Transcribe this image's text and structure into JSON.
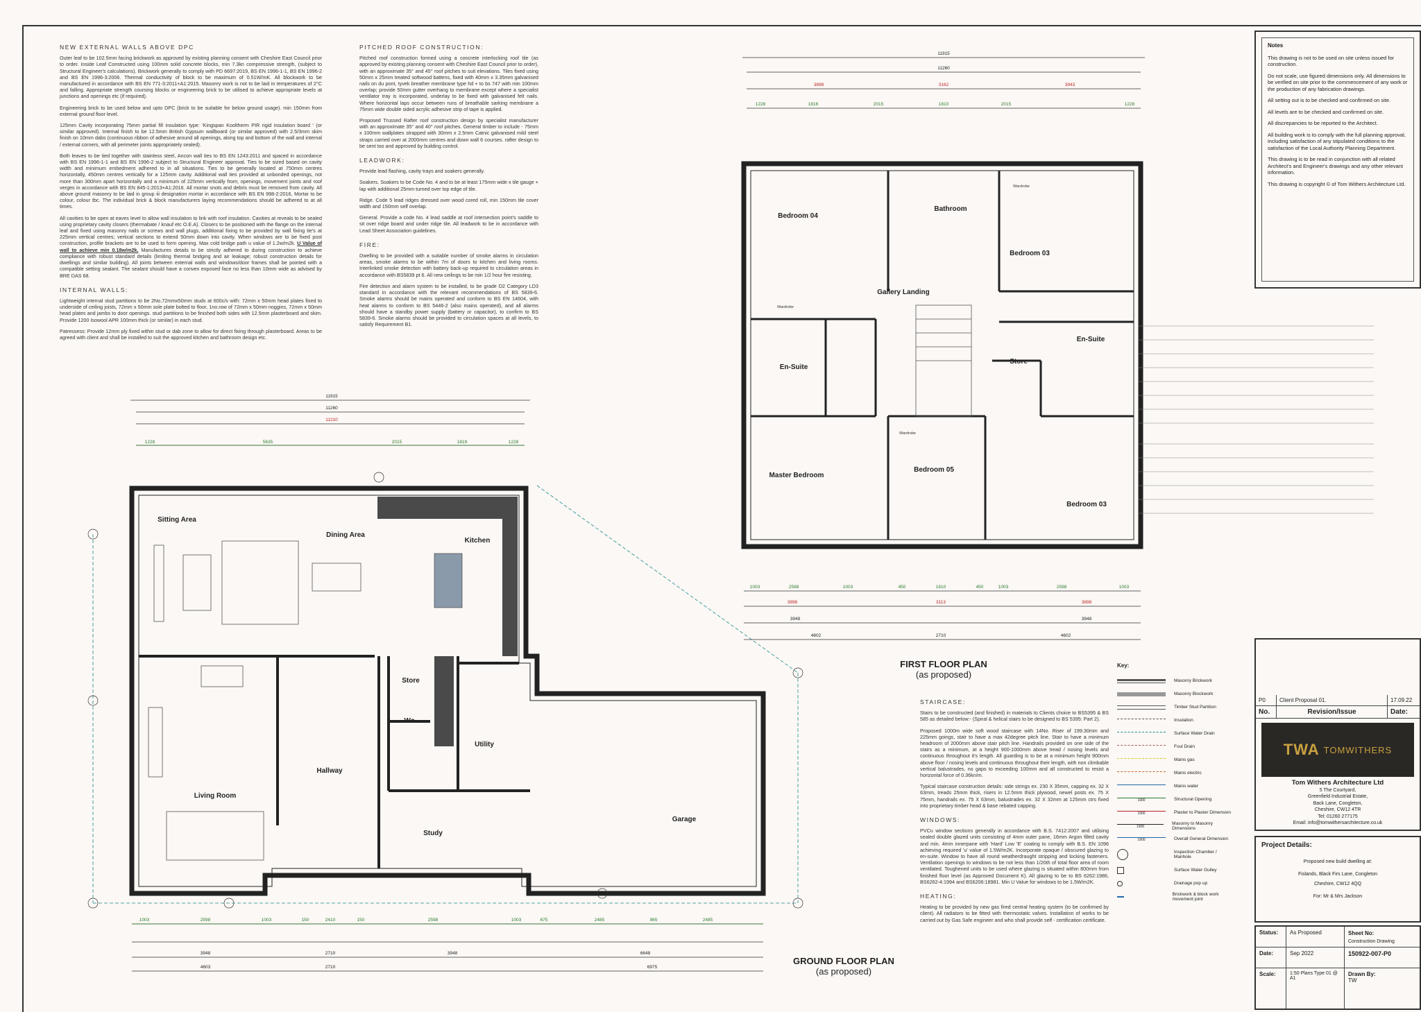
{
  "notes_left": {
    "h_external": "NEW EXTERNAL WALLS ABOVE DPC",
    "p1": "Outer leaf to be 102.5mm facing brickwork as approved by existing planning consent with Cheshire East Council prior to order. Inside Leaf Constructed using 100mm solid concrete blocks, min 7.3kn compressive strength, (subject to Structural Engineer's calculations). Brickwork generally to comply with PD 6697:2019, BS EN 1996-1-1, BS EN 1996-2 and BS EN 1996-3:2006. Thermal conductivity of block to be maximum of 0.51W/mK. All blockwork to be manufactured in accordance with BS EN 771-3:2011+A1:2015. Masonry work is not to be laid in temperatures of 2°C and falling. Appropriate strength coursing blocks or engineering brick to be utilised to achieve appropriate levels at junctions and openings etc (if required).",
    "p2": "Engineering brick to be used below and upto DPC (brick to be suitable for below ground usage). min 150mm from external ground floor level.",
    "p3": "125mm Cavity incorporating 75mm partial fill insulation type: 'Kingspan Kooltherm PIR rigid insulation board ' (or similar approved). Internal finish to be 12.5mm British Gypsum wallboard (or similar approved) with 2.5/3mm skim finish on 10mm dabs (continuous ribbon of adhesive around all openings, along top and bottom of the wall and internal / external corners, with all perimeter joints appropriately sealed).",
    "p4": "Both leaves to be tied together with stainless steel, Ancon wall ties to BS EN 1243:2011 and spaced in accordance with BS EN 1996-1-1 and BS EN 1996-2 subject to Structural Engineer approval. Ties to be sized based on cavity width and minimum embedment adhered to in all situations. Ties to be generally located at 750mm centres horizontally, 450mm centres vertically for a 125mm cavity. Additional wall ties provided at unbonded openings, not more than 300mm apart horizontally and a minimum of 225mm vertically from; openings, movement joints and roof verges in accordance with BS EN 845-1:2013+A1:2016. All mortar snots and debris must be removed from cavity. All above ground masonry to be laid in group iii designation mortar in accordance with BS EN 998-2:2016, Mortar to be colour, colour tbc. The individual brick & block manufacturers laying recommendations should be adhered to at all times.",
    "p5a": "All cavities to be open at eaves level to allow wall insulation to link with roof insulation. Cavities at reveals to be sealed using proprietary cavity closers (thermabate / knauf etc O.E.A). Closers to be positioned with the flange on the internal leaf and fixed using masonry nails or screws and wall plugs, additional fixing to be provided by wall fixing tie's at 225mm vertical centres; vertical sections to extend 50mm down into cavity. When windows are to be fixed post construction, profile brackets are to be used to form opening. Max cold bridge path u value of 1.2w/m2k.",
    "p5u": "U Value of wall to achieve min 0.18w/m2k.",
    "p5b": "Manufactures details to be strictly adhered to during construction to achieve compliance with robust standard details (limiting thermal bridging and air leakage; robust construction details for dwellings and similar building). All joints between external walls and windows/door frames shall be pointed with a compatible setting sealant. The sealant should have a convex exposed face no less than 10mm wide as advised by BRE DAS 68.",
    "h_internal": "INTERNAL WALLS:",
    "p6": "Lightweight internal stud partitions to be 2No.72mmx50mm studs at 600c/s with: 72mm x 50mm head plates fixed to underside of ceiling joists, 72mm x 50mm sole plate bolted to floor, 1no.row of 72mm x 50mm noggins, 72mm x 50mm head plates and jambs to door openings. stud partitions to be finished both sides with 12.5mm plasterboard and skim. Provide 1200 Isowool APR 100mm thick (or similar) in each stud.",
    "p7": "Patressess: Provide 12mm ply fixed within stud or dab zone to allow for direct fixing through plasterboard. Areas to be agreed with client and shall be installed to suit the approved kitchen and bathroom design etc."
  },
  "notes_mid": {
    "h_roof": "PITCHED ROOF CONSTRUCTION:",
    "r1": "Pitched roof construction formed using a concrete interlocking roof tile (as approved by existing planning consent with Cheshire East Council prior to order), with an approximate 35° and 45° roof pitches to suit elevations. Tiles fixed using 50mm x 25mm treated softwood battens, fixed with 40mm x 3.35mm galvanised nails on du pont, tyvek breather membrane type hd + to bs 747 with min 100mm overlap; provide 50mm gutter overhang to membrane except where a specialist ventilator tray is incorporated, underlay to be fixed with galvanised felt nails. Where horizontal laps occur between runs of breathable sarking membrane a 75mm wide double sided acrylic adhesive strip of tape is applied.",
    "r2": "Proposed Trussed Rafter roof construction design by specialist manufacturer with an approximate 35° and 40° roof pitches. General timber to include - 75mm x 100mm wallplates strapped with 30mm x 2.5mm Catnic galvanised mild steel straps carried over at 2000mm centres and down wall 6 courses. rafter design to be sent too and approved by building control.",
    "h_lead": "LEADWORK:",
    "l1": "Provide lead flashing, cavity trays and soakers generally.",
    "l2": "Soakers. Soakers to be Code No. 4 and to be at least 175mm wide x tile gauge + lap with additional 25mm turned over top edge of tile.",
    "l3": "Ridge. Code 5 lead ridges dressed over wood cored roll, min 150mm tile cover width and 150mm self overlap.",
    "l4": "General. Provide a code No. 4 lead saddle at roof intersection point's saddle to sit over ridge board and under ridge tile. All leadwork to be in accordance with Lead Sheet Association guidelines.",
    "h_fire": "FIRE:",
    "f1": "Dwelling to be provided with a suitable number of smoke alarms in circulation areas, smoke alarms to be within 7m of doors to kitchen and living rooms. Interlinked smoke detection with battery back-up required to circulation areas in accordance with BS5839 pt 6. All new ceilings to be min 1/2 hour fire resisting.",
    "f2": "Fire detection and alarm system to be installed, to be grade D2 Category LD3 standard in accordance with the relevant recommendations of BS 5839-6. Smoke alarms should be mains operated and conform to BS EN 14604, with heat alarms to conform to BS 5446-2 (also mains operated), and all alarms should have a standby power supply (battery or capacitor), to confirm to BS 5839-6. Smoke alarms should be provided to circulation spaces at all levels, to satisfy Requirement B1."
  },
  "notes_bottom": {
    "h_stair": "STAIRCASE:",
    "s1": "Stairs to be constructed (and finished) in materials to Clients choice to BS5395 & BS 585 as detailed below:- (Spiral & helical stairs to be designed to BS 5395: Part 2).",
    "s2": "Proposed 1000m wide soft wood staircase with 14No. Riser of 199.30mm and 225mm goings, stair to have a max 42degree pitch line. Stair to have a minimum headroom of 2000mm above stair pitch line. Handrails provided on one side of the stairs as a minimum, at a height 900-1000mm above tread / nosing levels and continuous throughout it's length. All guarding is to be at a minimum height 900mm above floor / nosing levels and continuous throughout their length, with non climbable vertical balustrades, no gaps to exceeding 100mm and all constructed to resist a horizontal force of 0.36kn/m.",
    "s3": "Typical staircase construction details: side strings ex. 230 X 35mm, capping ex. 32 X 63mm, treads 25mm thick, risers in 12.5mm thick plywood, newel posts ex. 75 X 75mm, handrails ex. 75 X 63mm, balustrades ex. 32 X 32mm at 125mm ctrs fixed into proprietary timber head & base rebated capping.",
    "h_win": "WINDOWS:",
    "w1": "PVCu window sections generally in accordance with B.S. 7412:2007 and utilising sealed double glazed units consisting of 4mm outer pane, 16mm Argon filled cavity and min. 4mm innerpane with 'Hard' Low 'E' coating to comply with B.S. EN 1096 achieving required 'u' value of 1.5W/m2K. Incorporate opaque / obscured glazing to en-suite. Window to have all round weatherdraught stripping and locking fasteners. Ventilation openings to windows to be not less than 1/20th of total floor area of room ventilated. Toughened units to be used where glazing is situated within 800mm from finished floor level (as Approved Document K). All glazing to be to BS 6262:1986, BS6262-4:1994 and BS6206:18981. Min U Value for windows to be 1.5W/m2K.",
    "h_heat": "HEATING:",
    "h1": "Heating to be provided by new gas fired central heating system (to be confirmed by client). All radiators to be fitted with thermostatic valves. Installation of works to be carried out by Gas Safe engineer and who shall provide self - certification certificate."
  },
  "plans": {
    "ground_title": "GROUND FLOOR PLAN",
    "ground_sub": "(as proposed)",
    "first_title": "FIRST FLOOR PLAN",
    "first_sub": "(as proposed)",
    "ground_rooms": [
      "Sitting Area",
      "Dining Area",
      "Kitchen",
      "Living Room",
      "Hallway",
      "Store",
      "Wc",
      "Utility",
      "Study",
      "Garage"
    ],
    "first_rooms": [
      "Bedroom 04",
      "Bathroom",
      "Bedroom 03",
      "Gallery Landing",
      "En-Suite",
      "Store",
      "En-Suite",
      "Master Bedroom",
      "Bedroom 05",
      "Bedroom 03",
      "Wardrobe",
      "Wardrobe",
      "Wardrobe"
    ],
    "ground_dims_top": [
      "11915",
      "11260",
      "11210",
      "1228",
      "5635",
      "2015",
      "1819",
      "1228"
    ],
    "ground_dims_bottom": [
      "1003",
      "2598",
      "1003",
      "150",
      "2410",
      "150",
      "2598",
      "1003",
      "675",
      "2485",
      "965",
      "2485",
      "3948",
      "2710",
      "3948",
      "6648",
      "4603",
      "2710",
      "6975"
    ],
    "first_dims_top": [
      "11915",
      "11260",
      "3898",
      "3162",
      "3943",
      "1228",
      "1816",
      "2015",
      "1810",
      "2015",
      "1228"
    ],
    "first_dims_bottom": [
      "1003",
      "2598",
      "1003",
      "450",
      "1810",
      "450",
      "1003",
      "2598",
      "1003",
      "3898",
      "3113",
      "3898",
      "3948",
      "3948",
      "4602",
      "2710",
      "4602"
    ]
  },
  "notes_box": {
    "title": "Notes",
    "n1": "This drawing is not to be used on site unless issued for construction.",
    "n2": "Do not scale, use figured dimensions only. All dimensions to be verified on site prior to the commencement of any work or the production of any fabrication drawings.",
    "n3": "All setting out is to be checked and confirmed on site.",
    "n4": "All levels are to be checked and confirmed on site.",
    "n5": "All discrepancies to be reported to the Architect.",
    "n6": "All building work is to comply with the full planning approval, including satisfaction of any stipulated conditions to the satisfaction of the Local Authority Planning Department.",
    "n7": "This drawing is to be read in conjunction with all related Architect's and Engineer's drawings and any other relevant information.",
    "n8": "This drawing is copyright © of Tom Withers Architecture Ltd."
  },
  "key": {
    "title": "Key:",
    "items": [
      "Masonry Brickwork",
      "Masonry Blockwork",
      "Timber Stud Partition",
      "Insulation",
      "Surface Water Drain",
      "Foul Drain",
      "Mains gas",
      "Mains electric",
      "Mains water",
      "Structural Opening",
      "Plaster to Plaster Dimension",
      "Masonry to Masonry Dimensions",
      "Overall General Dimension",
      "Inspection Chamber / Manhole",
      "Surface Water Gulley",
      "Drainage pop up",
      "Brickwork & block work movement joint"
    ],
    "dim_sample": "1900"
  },
  "title_block": {
    "rev": "P0",
    "rev_desc": "Client Proposal 01.",
    "rev_date": "17.09.22",
    "h_no": "No.",
    "h_rev": "Revision/Issue",
    "h_date": "Date:",
    "logo_main": "TWA",
    "logo_sub": "TOMWITHERS",
    "firm_name": "Tom Withers Architecture Ltd",
    "addr1": "5 The Courtyard,",
    "addr2": "Greenfield Industrial Estate,",
    "addr3": "Back Lane, Congleton,",
    "addr4": "Cheshire, CW12 4TR",
    "tel": "Tel: 01260 277175",
    "email": "Email: info@tomwithersarchitecture.co.uk"
  },
  "project": {
    "title": "Project Details:",
    "l1": "Proposed new build dwelling at:",
    "l2": "Fislands, Black Firs Lane, Congleton",
    "l3": "Cheshire, CW12 4QQ",
    "l4": "For: Mr & Mrs Jackson"
  },
  "status": {
    "status_label": "Status:",
    "status_val": "As Proposed",
    "sheet_label": "Sheet No:",
    "sheet_val": "Construction Drawing",
    "date_label": "Date:",
    "date_val": "Sep 2022",
    "dwg_no": "150922-007-P0",
    "scale_label": "Scale:",
    "scale_val": "1:50 Plans Type 01 @ A1",
    "drawn_label": "Drawn By:",
    "drawn_val": "TW"
  }
}
